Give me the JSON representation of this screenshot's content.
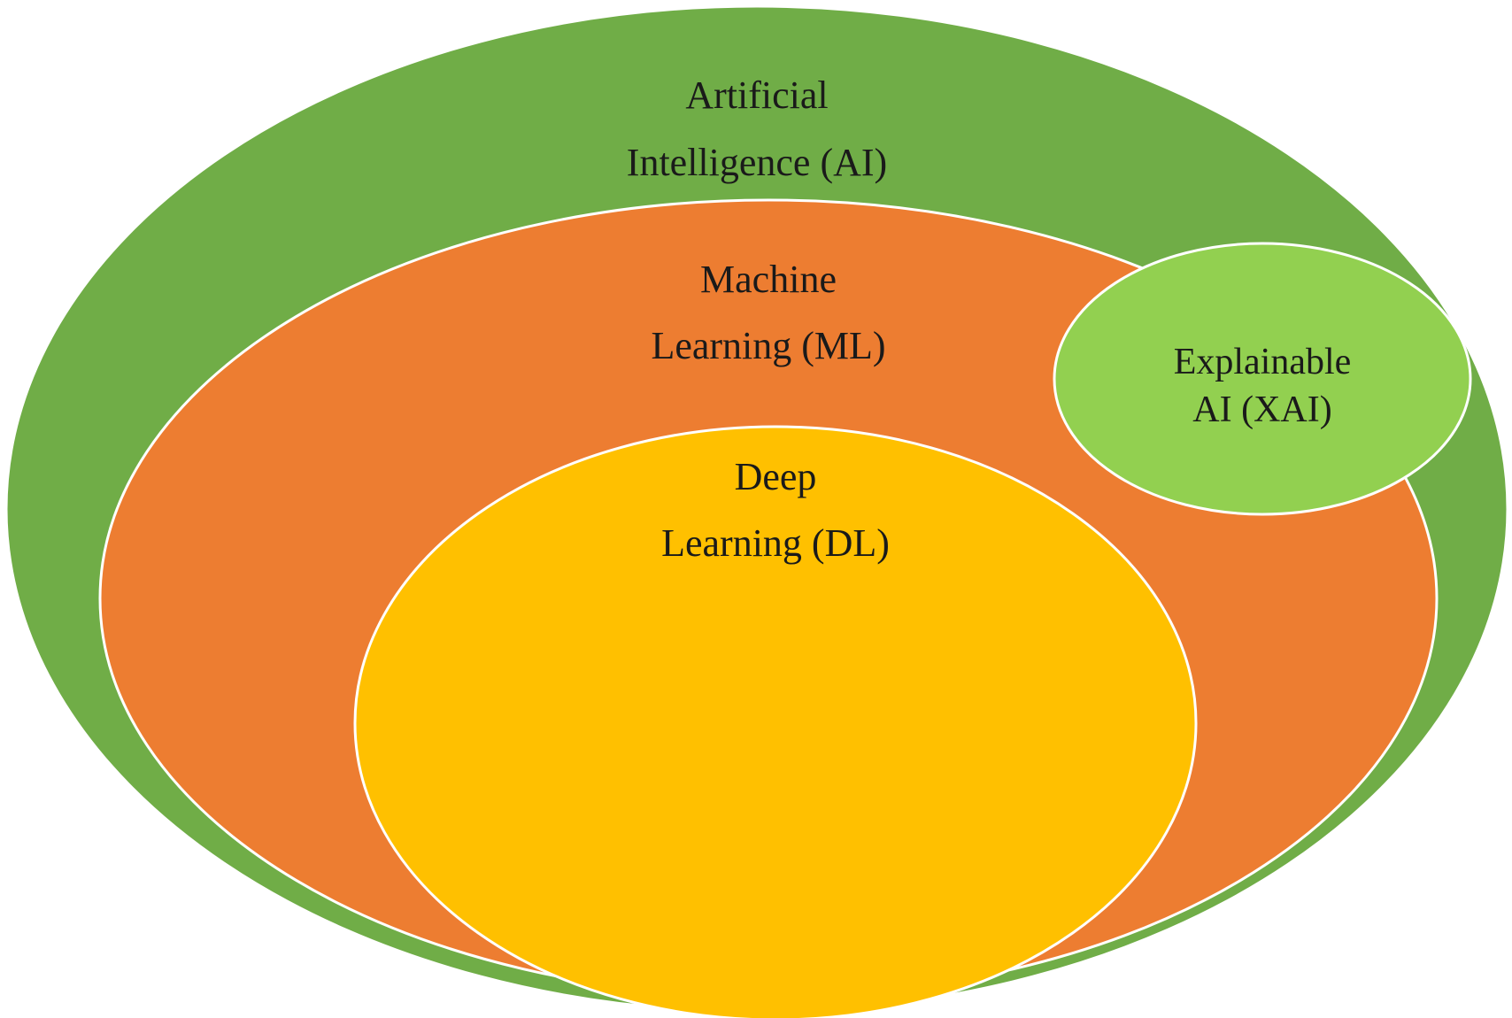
{
  "colors": {
    "ai": "#70ad47",
    "ml": "#ed7d31",
    "dl": "#ffc000",
    "xai": "#92d050",
    "stroke": "#ffffff"
  },
  "regions": {
    "ai": {
      "line1": "Artificial",
      "line2": "Intelligence (AI)"
    },
    "ml": {
      "line1": "Machine",
      "line2": "Learning (ML)"
    },
    "dl": {
      "line1": "Deep",
      "line2": "Learning (DL)"
    },
    "xai": {
      "line1": "Explainable",
      "line2": "AI (XAI)"
    }
  }
}
